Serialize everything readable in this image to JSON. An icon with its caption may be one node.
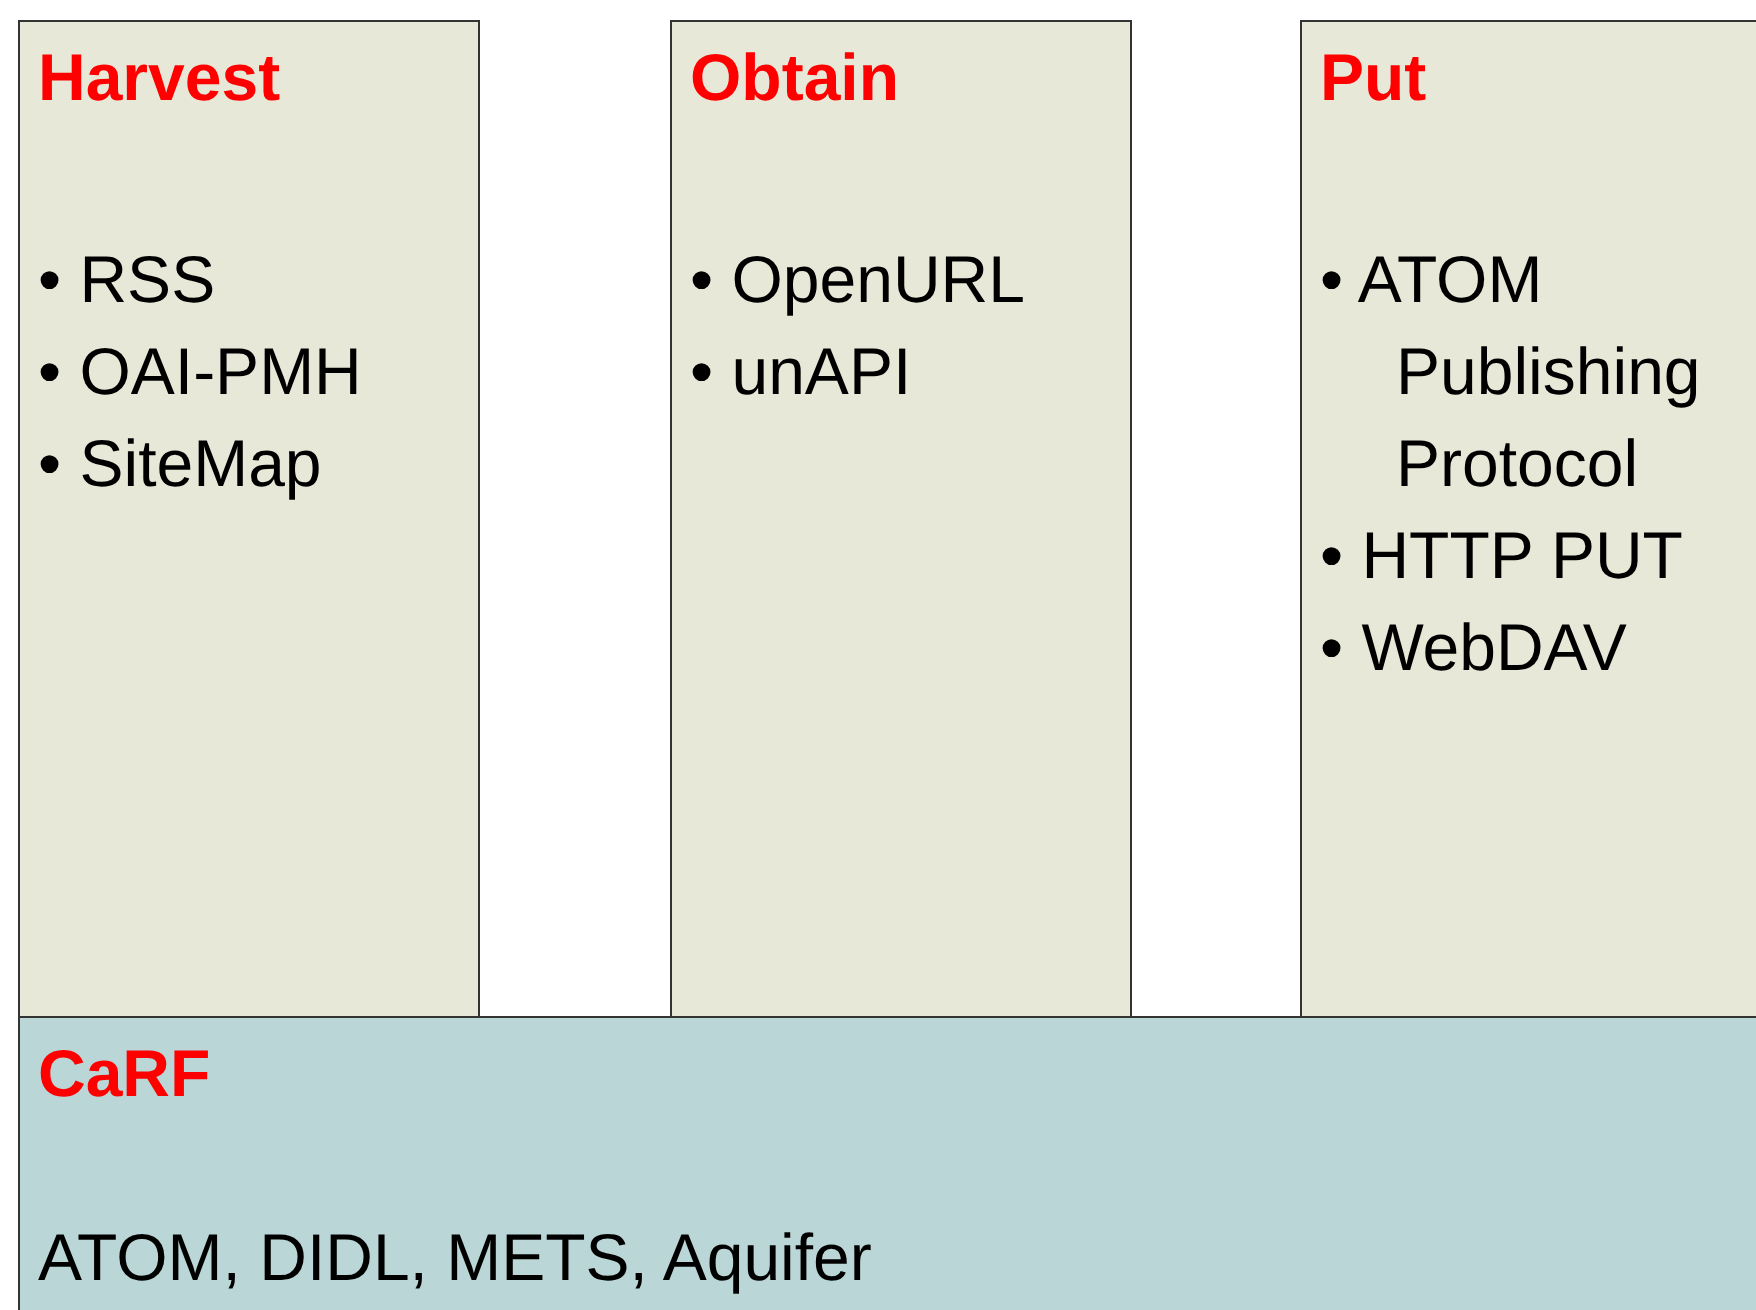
{
  "diagram": {
    "nodes": [
      {
        "text": [
          "Harvest",
          "• RSS",
          "• OAI-PMH",
          "• SiteMap"
        ]
      },
      {
        "text": [
          "Obtain",
          "• OpenURL",
          "• unAPI"
        ]
      },
      {
        "text": [
          "Put",
          "• ATOM Publishing Protocol",
          "• HTTP PUT",
          "• WebDAV"
        ]
      },
      {
        "text": [
          "CaRF",
          "ATOM, DIDL, METS, Aquifer"
        ]
      }
    ],
    "edges": []
  }
}
